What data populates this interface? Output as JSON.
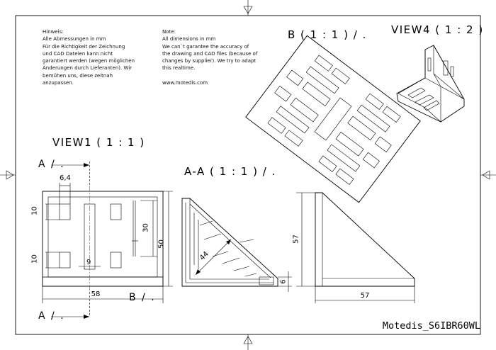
{
  "notes": {
    "german": "Hinweis:\nAlle Abmessungen in mm\nFür die Richtigkeit der Zeichnung\nund CAD Dateien kann nicht\ngarantiert werden (wegen möglichen\nÄnderungen durch Lieferanten). Wir\nbemühen uns, diese zeitnah\nanzupassen.",
    "english": "Note:\nAll dimensions in mm\nWe can`t garantee the accuracy of\nthe drawing and CAD files (because of\nchanges by supplier). We try to adapt\nthis realtime.\n\nwww.motedis.com"
  },
  "views": {
    "view1": "VIEW1 ( 1 : 1 )",
    "view4": "VIEW4 ( 1 : 2 )",
    "section_aa": "A-A ( 1 : 1 ) / .",
    "detail_b": "B ( 1 : 1 ) / ."
  },
  "section_marks": {
    "a_top": "A / .",
    "a_bottom": "A / .",
    "b_mark": "B / ."
  },
  "dimensions": {
    "hole_width": "6,4",
    "slot_top": "10",
    "slot_bottom": "10",
    "slot_width": "9",
    "center_30": "30",
    "height_50": "50",
    "width_58": "58",
    "length_44": "44",
    "thickness_6": "6",
    "side_height_57": "57",
    "side_width_57": "57"
  },
  "title_block": {
    "part_name": "Motedis_S6IBR60WL"
  }
}
